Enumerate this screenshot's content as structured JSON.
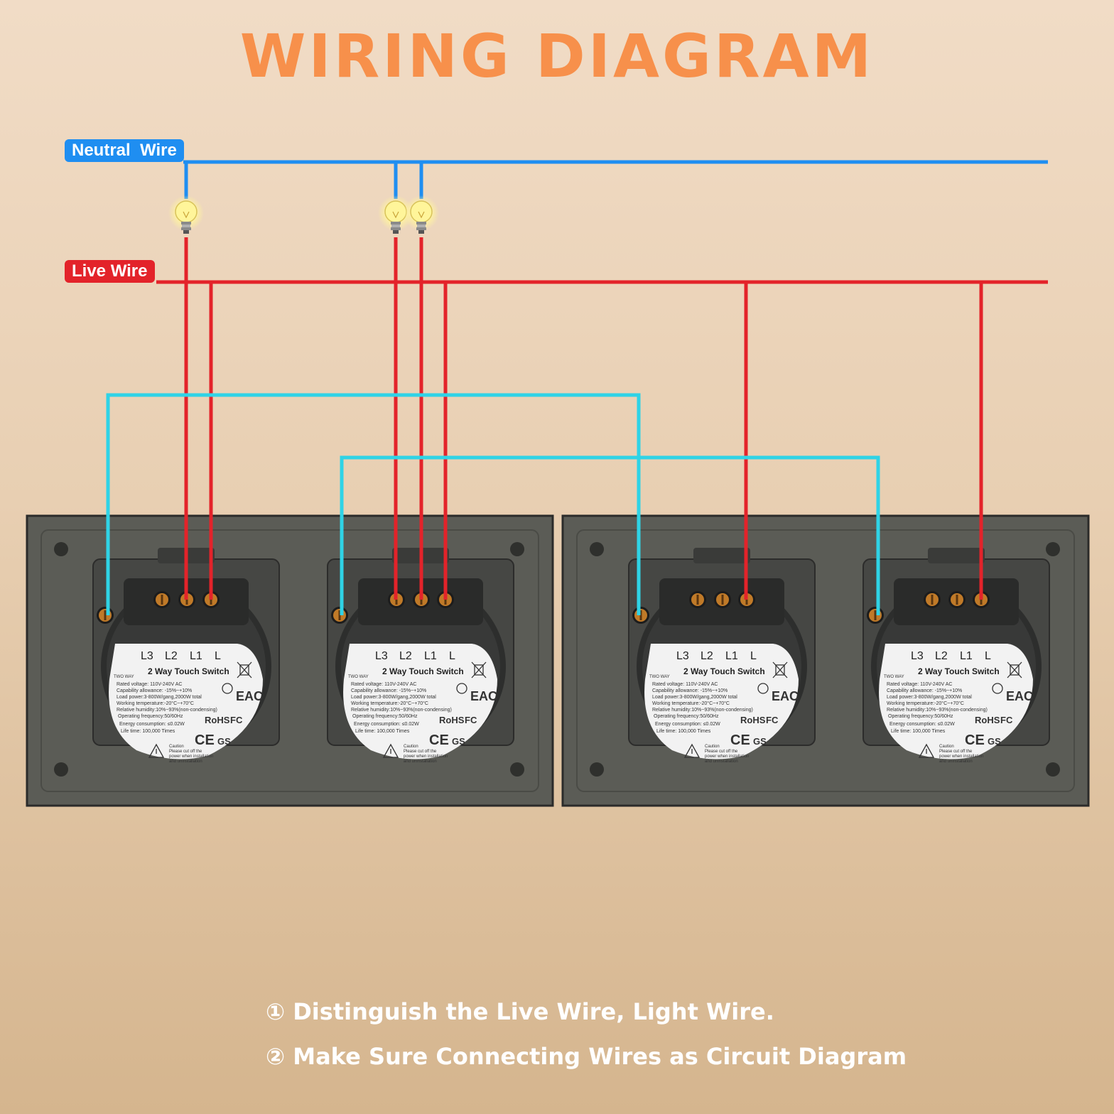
{
  "title": "WIRING DIAGRAM",
  "wire_labels": {
    "neutral": "Neutral  Wire",
    "live": "Live Wire"
  },
  "module": {
    "terminals": [
      "L3",
      "L2",
      "L1",
      "L"
    ],
    "badge": "TWO WAY",
    "title": "2 Way Touch Switch",
    "specs": [
      "Rated voltage: 110V-240V AC",
      "Capability allowance: -15%~+10%",
      "Load power:3-800W/gang,2000W total",
      "Working temperature:-20°C~+70°C",
      "Relative humidity:10%~93%(non-condensing)",
      "Operating frequency:50/60Hz",
      "Energy consumption: ≤0.02W",
      "Life time: 100,000 Times"
    ],
    "caution": [
      "Caution",
      "Please cut off the",
      "power when installation",
      "and uninstallation"
    ],
    "marks": [
      "RoHS",
      "FC",
      "CE",
      "GS",
      "EAC"
    ]
  },
  "notes": [
    "① Distinguish the Live Wire, Light Wire.",
    "② Make Sure Connecting Wires as Circuit Diagram"
  ],
  "colors": {
    "title": "#f7904b",
    "neutral": "#1f8ef1",
    "live": "#e3232a",
    "traveler": "#2fd3e6",
    "plate": "#5b5c56"
  }
}
